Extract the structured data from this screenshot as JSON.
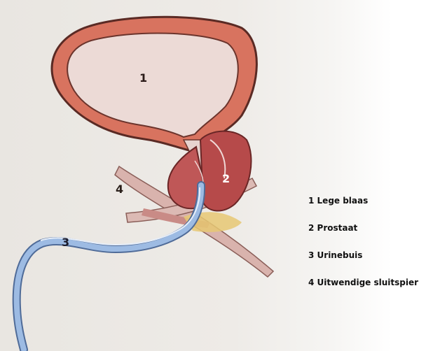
{
  "diagram": {
    "markers": [
      "1",
      "2",
      "3",
      "4"
    ],
    "legend": [
      "1 Lege blaas",
      "2 Prostaat",
      "3 Urinebuis",
      "4 Uitwendige sluitspier"
    ]
  },
  "colors": {
    "bladder_wall": "#d8735f",
    "bladder_outline": "#5a2a24",
    "bladder_interior": "#ecdad6",
    "prostate": "#b64a4a",
    "urethra": "#8fb0dc",
    "sphincter": "#d9b3ad",
    "tissue_yellow": "#e6c873"
  }
}
